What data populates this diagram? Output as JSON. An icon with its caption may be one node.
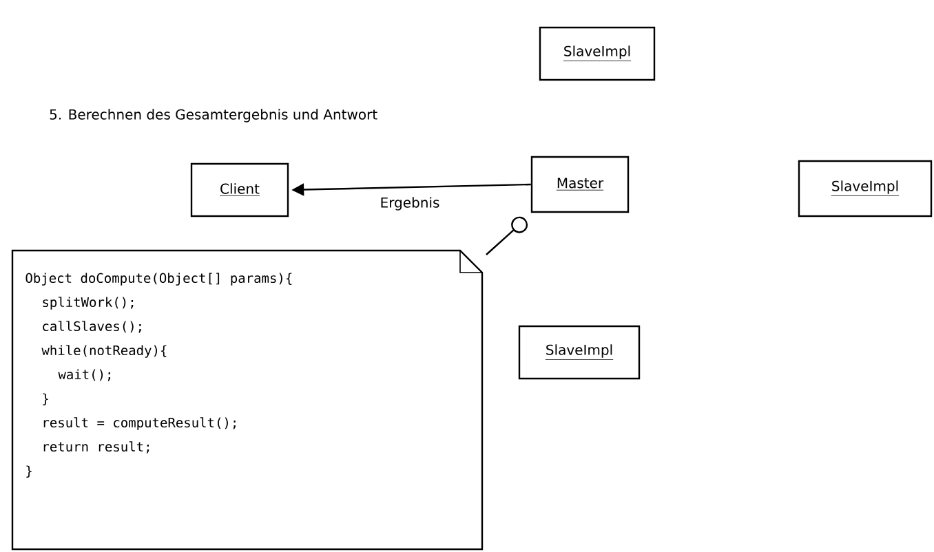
{
  "diagram": {
    "title": "5. Berechnen des Gesamtergebnis und Antwort",
    "nodes": [
      {
        "text": [
          "SlaveImpl"
        ]
      },
      {
        "text": [
          "Client"
        ]
      },
      {
        "text": [
          "Master"
        ]
      },
      {
        "text": [
          "SlaveImpl"
        ]
      },
      {
        "text": [
          "Object doCompute(Object[] params){",
          "splitWork();",
          "callSlaves();",
          "while(notReady){",
          "wait();",
          "}",
          "result = computeResult();",
          "return result;",
          "}"
        ]
      },
      {
        "text": [
          "SlaveImpl"
        ]
      }
    ],
    "edges": [
      {
        "from": 2,
        "to": 1,
        "arrow": "to",
        "label": "Ergebnis"
      },
      {
        "from": 4,
        "to": 2,
        "arrow": "other"
      }
    ]
  }
}
